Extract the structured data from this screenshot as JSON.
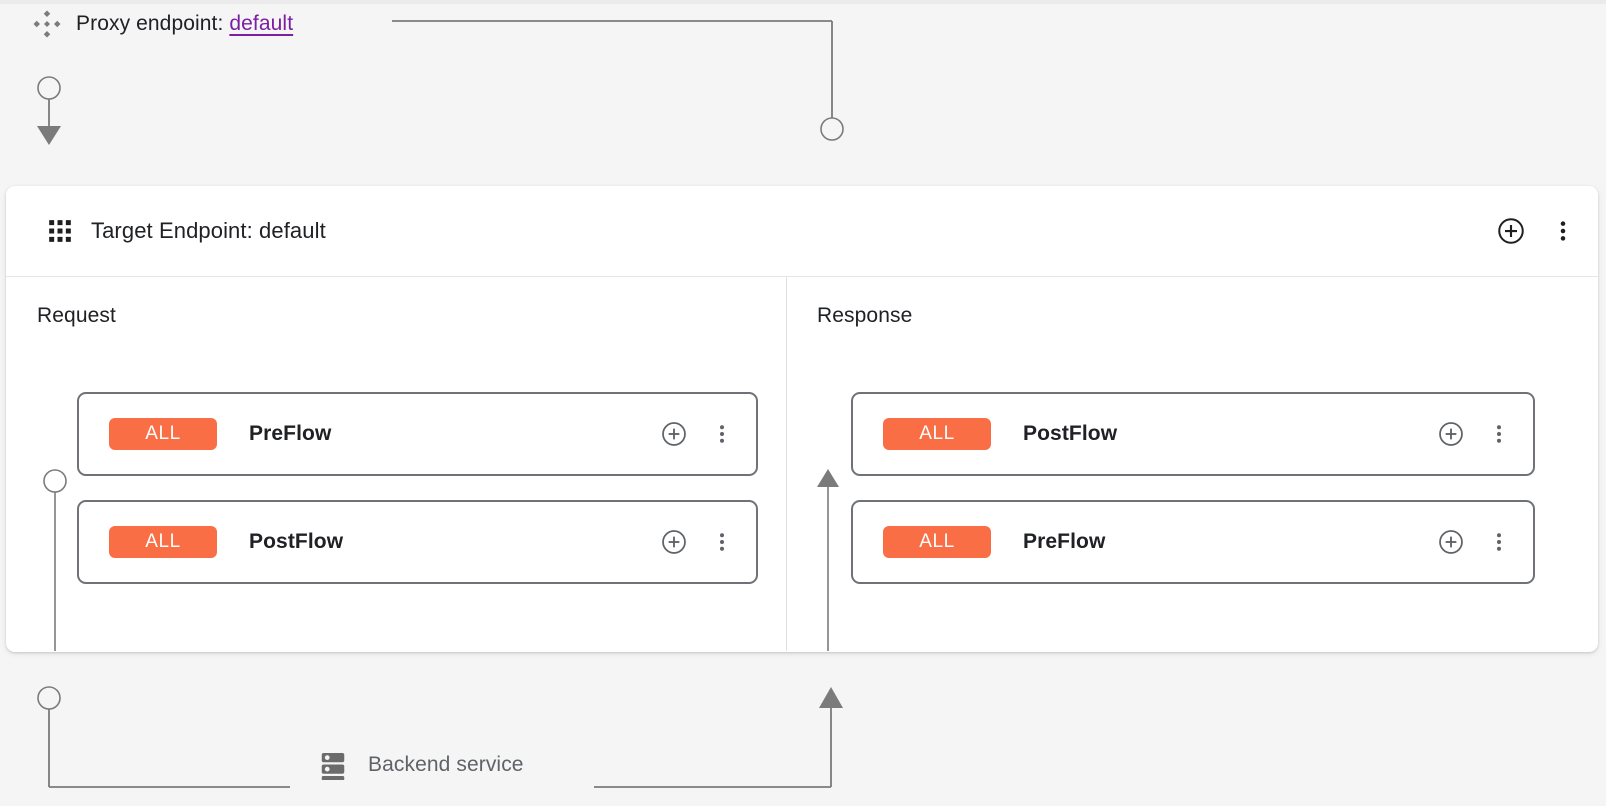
{
  "page": {
    "background_color": "#f5f5f5",
    "accent_color": "#fa6e46",
    "link_color": "#7b1fa2",
    "connector_color": "#7b7b7b"
  },
  "proxy_header": {
    "icon": "proxy-endpoint-diamond-icon",
    "label": "Proxy endpoint:",
    "value": "default"
  },
  "endpoint_panel": {
    "icon": "apps-grid-icon",
    "title": "Target Endpoint: default",
    "actions": [
      {
        "name": "add-circle-icon",
        "label": "Add"
      },
      {
        "name": "more-vert-icon",
        "label": "More options"
      }
    ],
    "columns": [
      {
        "key": "request",
        "label": "Request",
        "cards": [
          {
            "badge": "ALL",
            "name": "PreFlow",
            "actions": [
              "add-circle-icon",
              "more-vert-icon"
            ]
          },
          {
            "badge": "ALL",
            "name": "PostFlow",
            "actions": [
              "add-circle-icon",
              "more-vert-icon"
            ]
          }
        ]
      },
      {
        "key": "response",
        "label": "Response",
        "cards": [
          {
            "badge": "ALL",
            "name": "PostFlow",
            "actions": [
              "add-circle-icon",
              "more-vert-icon"
            ]
          },
          {
            "badge": "ALL",
            "name": "PreFlow",
            "actions": [
              "add-circle-icon",
              "more-vert-icon"
            ]
          }
        ]
      }
    ]
  },
  "backend": {
    "icon": "backend-service-icon",
    "label": "Backend service"
  }
}
